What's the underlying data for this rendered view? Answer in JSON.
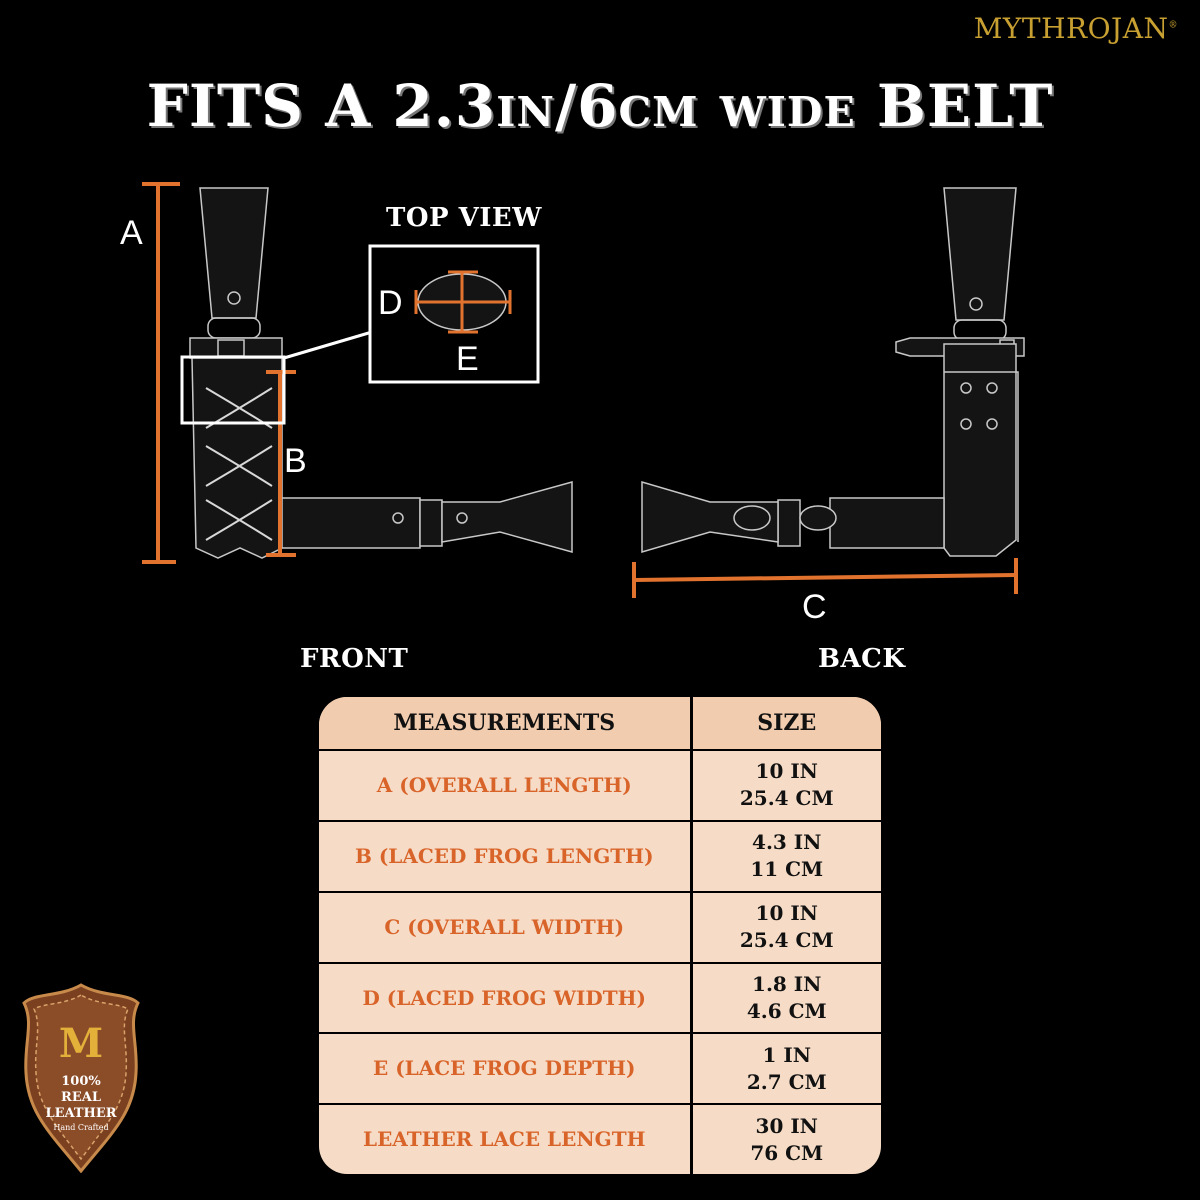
{
  "brand": {
    "name": "MYTHROJAN",
    "mark": "®"
  },
  "title": "FITS A 2.3in/6cm wide BELT",
  "diagram": {
    "top_view_label": "TOP VIEW",
    "front_label": "FRONT",
    "back_label": "BACK",
    "letters": {
      "a": "A",
      "b": "B",
      "c": "C",
      "d": "D",
      "e": "E"
    },
    "accent_color": "#e2732f"
  },
  "table": {
    "headers": [
      "MEASUREMENTS",
      "SIZE"
    ],
    "rows": [
      {
        "measure": "A (OVERALL LENGTH)",
        "in": "10 IN",
        "cm": "25.4 CM"
      },
      {
        "measure": "B (LACED FROG LENGTH)",
        "in": "4.3 IN",
        "cm": "11 CM"
      },
      {
        "measure": "C (OVERALL WIDTH)",
        "in": "10 IN",
        "cm": "25.4 CM"
      },
      {
        "measure": "D (LACED FROG WIDTH)",
        "in": "1.8 IN",
        "cm": "4.6 CM"
      },
      {
        "measure": "E (LACE FROG DEPTH)",
        "in": "1 IN",
        "cm": "2.7 CM"
      },
      {
        "measure": "LEATHER LACE LENGTH",
        "in": "30 IN",
        "cm": "76 CM"
      }
    ]
  },
  "badge": {
    "monogram": "M",
    "line1": "100%",
    "line2": "REAL",
    "line3": "LEATHER",
    "line4": "Hand Crafted"
  }
}
